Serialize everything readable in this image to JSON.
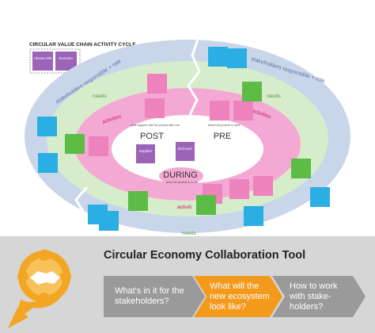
{
  "canvas": {
    "title": "CIRCULAR VALUE CHAIN ACTIVITY CYCLE",
    "palette_notes": [
      "Cluster title",
      "Scenario"
    ],
    "outer_ring_label_left": "stakeholders responsible + role",
    "outer_ring_label_right": "stakeholders responsible + role",
    "needs_label_left": "needs",
    "needs_label_right": "needs",
    "needs_label_bottom": "needs",
    "activities_label_left": "activities",
    "activities_label_right": "activities",
    "activities_label_bottom": "activiti",
    "phase_post": "POST",
    "phase_pre": "PRE",
    "phase_during": "DURING",
    "center_notes": [
      "Supplier",
      "End-user"
    ],
    "post_caption": "what happens with the product after use",
    "pre_caption": "before the product is used",
    "during_caption": "when the product is in use",
    "colors": {
      "outer_ring": "#c9d6ea",
      "needs_ring": "#d7eccb",
      "activities_ring": "#f3a9d3",
      "center": "#ffffff",
      "note_purple": "#9b64b8",
      "note_pink": "#ee82bd",
      "note_green": "#5cbc45",
      "note_blue": "#2aaee4"
    }
  },
  "tool": {
    "title": "Circular Economy Collaboration Tool",
    "logo_icon": "handshake-icon",
    "steps": [
      {
        "label_line1": "What's in it for the",
        "label_line2": "stakeholders?"
      },
      {
        "label_line1": "What will the",
        "label_line2": "new ecosystem",
        "label_line3": "look like?"
      },
      {
        "label_line1": "How to work",
        "label_line2": "with stake-",
        "label_line3": "holders?"
      }
    ],
    "colors": {
      "step_gray": "#9a9a9a",
      "step_active": "#f39a1d",
      "logo": "#f3a623"
    }
  }
}
